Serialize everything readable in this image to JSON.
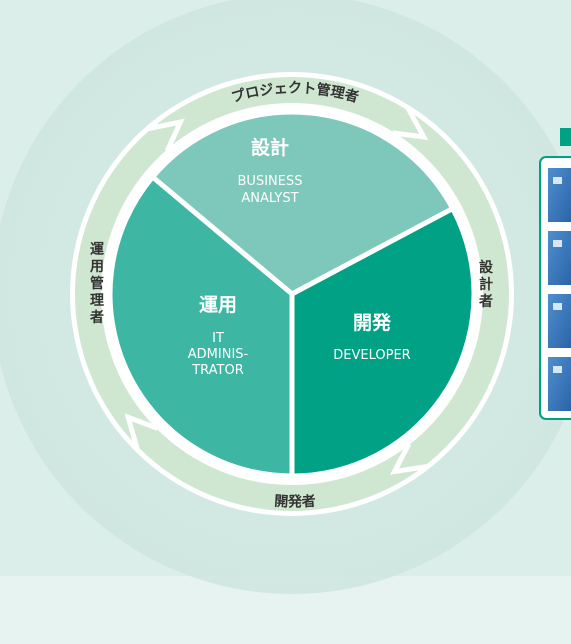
{
  "sections": [
    {
      "id": "design",
      "title": "設計",
      "subtitle_lines": [
        "BUSINESS",
        "ANALYST"
      ],
      "color": "#7ec8bb"
    },
    {
      "id": "develop",
      "title": "開発",
      "subtitle_lines": [
        "DEVELOPER"
      ],
      "color": "#00a184"
    },
    {
      "id": "operate",
      "title": "運用",
      "subtitle_lines": [
        "IT",
        "ADMINIS-",
        "TRATOR"
      ],
      "color": "#3db6a3"
    }
  ],
  "ring": {
    "top_label": "プロジェクト管理者",
    "right_label": "設計者",
    "bottom_label": "開発者",
    "left_label": "運用管理者",
    "color": "#cfe7d1"
  },
  "side_panel": {
    "accent_color": "#00a184",
    "thumbnail_count": 4
  }
}
